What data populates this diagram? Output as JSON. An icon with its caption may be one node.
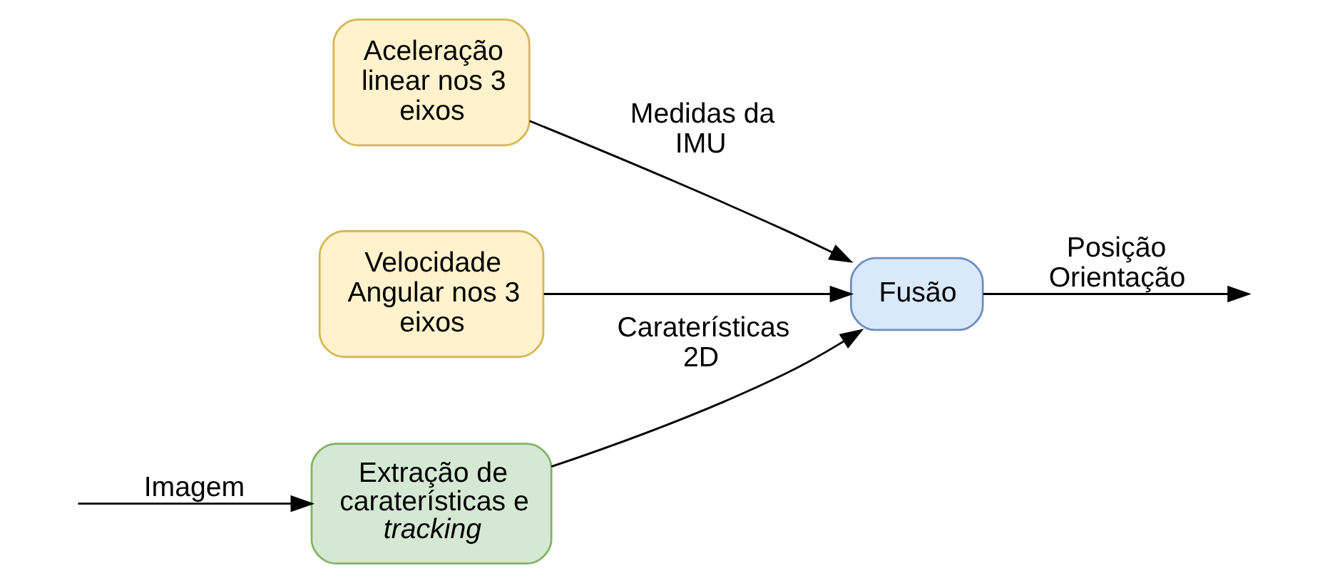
{
  "diagram": {
    "nodes": [
      {
        "text": [
          "Extração de caraterísticas e *tracking*"
        ]
      },
      {
        "text": [
          "Fusão"
        ]
      },
      {
        "text": [
          "Aceleração linear nos 3 eixos"
        ]
      },
      {
        "text": [
          "Velocidade Angular nos 3 eixos"
        ]
      }
    ],
    "edges": [
      {
        "from": null,
        "to": 0,
        "arrow": "to",
        "label": "Imagem"
      },
      {
        "from": 0,
        "to": 1,
        "arrow": "to",
        "label": "Caraterísticas 2D"
      },
      {
        "from": 1,
        "to": null,
        "arrow": "to",
        "label": "Posição Orientação"
      },
      {
        "from": 2,
        "to": 1,
        "arrow": "to",
        "label": "Medidas da IMU"
      },
      {
        "from": 3,
        "to": 1,
        "arrow": "to"
      }
    ]
  }
}
